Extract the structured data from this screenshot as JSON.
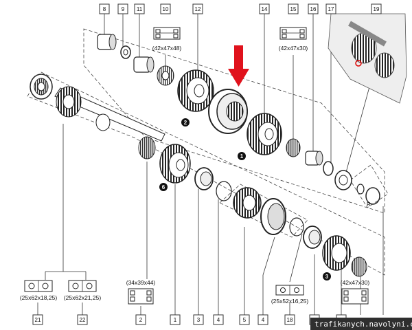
{
  "part_numbers": [
    "8",
    "9",
    "11",
    "10",
    "12",
    "14",
    "15",
    "16",
    "17",
    "19",
    "21",
    "22",
    "2",
    "1",
    "3",
    "4",
    "5",
    "4",
    "18",
    "7",
    "6"
  ],
  "bearing_sizes": {
    "top_10": "(42x47x48)",
    "top_15": "(42x47x30)",
    "bottom_2": "(34x39x44)",
    "bottom_right": "(42x47x30)",
    "bottom_21": "(25x62x18,25)",
    "bottom_22": "(25x62x21,25)",
    "bottom_18": "(25x52x16,25)"
  },
  "gear_steps": [
    "2",
    "1",
    "6",
    "3"
  ],
  "side_label": "R",
  "watermark": "trafikanych.navolyni.com",
  "colors": {
    "arrow": "#e0121c",
    "line": "#333333",
    "badge": "#111111"
  }
}
